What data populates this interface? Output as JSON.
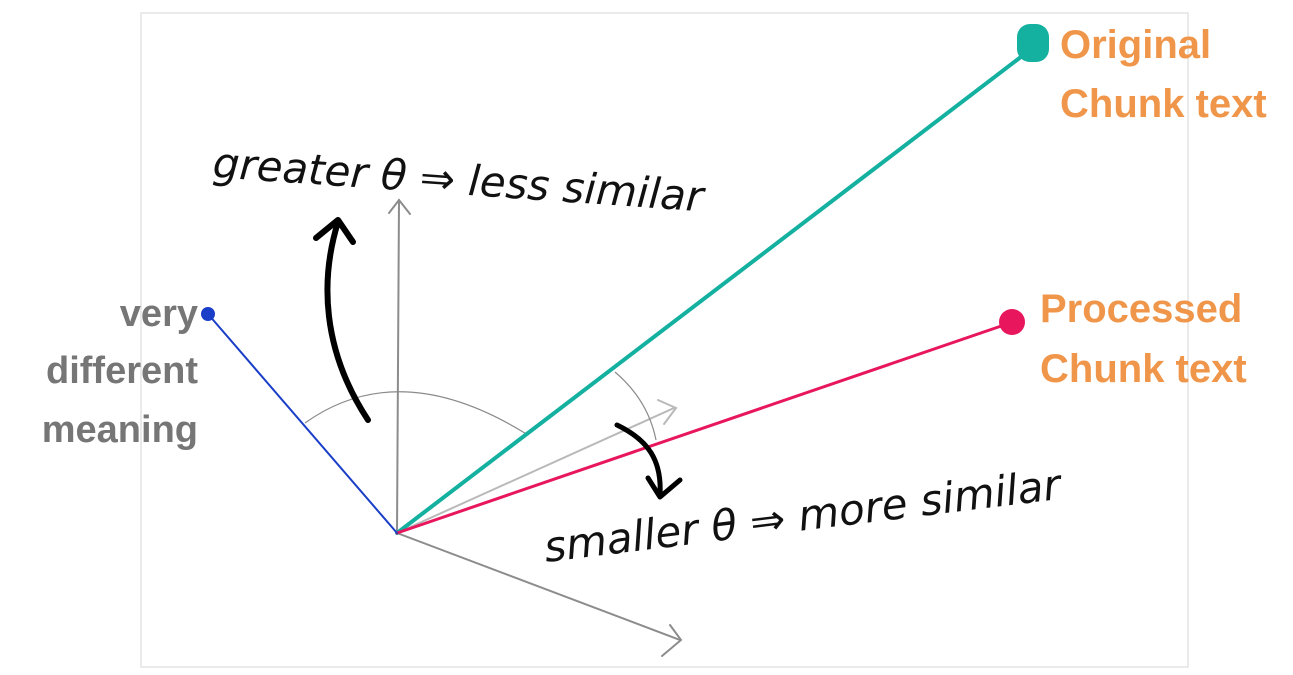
{
  "labels": {
    "original_line1": "Original",
    "original_line2": "Chunk text",
    "processed_line1": "Processed",
    "processed_line2": "Chunk text",
    "different_line1": "very",
    "different_line2": "different",
    "different_line3": "meaning",
    "greater": "greater θ ⇒ less similar",
    "smaller": "smaller θ ⇒ more similar"
  },
  "colors": {
    "original_vector": "#14b0a0",
    "processed_vector": "#e8175d",
    "different_vector": "#1a3ec8",
    "gray_vector": "#b9b9b9",
    "label_orange": "#f0964a",
    "label_gray": "#767676"
  }
}
